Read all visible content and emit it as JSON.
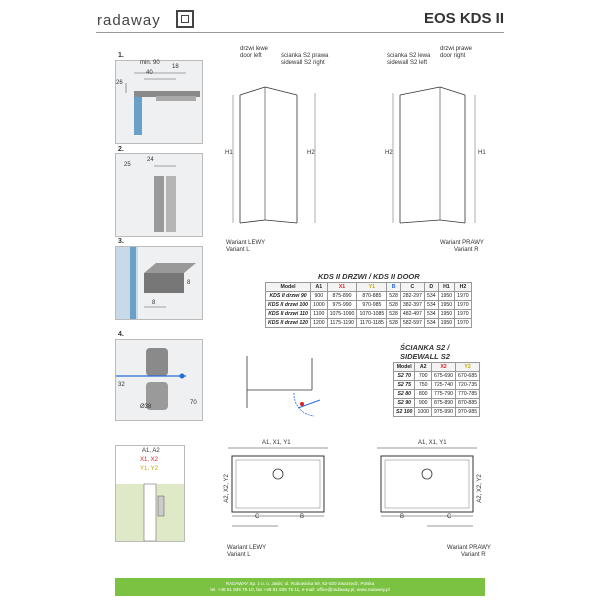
{
  "header": {
    "brand": "radaway",
    "title": "EOS KDS II"
  },
  "steps": {
    "s1": {
      "num": "1.",
      "min": "min. 90",
      "d40": "40",
      "d18": "18",
      "d26": "26"
    },
    "s2": {
      "num": "2.",
      "d25": "25",
      "d24": "24"
    },
    "s3": {
      "num": "3.",
      "d8h": "8",
      "d8v": "8"
    },
    "s4": {
      "num": "4.",
      "d32": "32",
      "d38": "Ø38",
      "d70": "70"
    }
  },
  "variant_left": {
    "door_pl": "drzwi lewe",
    "door_en": "door left",
    "side_pl": "ścianka S2 prawa",
    "side_en": "sidewall S2 right",
    "h1": "H1",
    "h2": "H2",
    "caption_pl": "Wariant LEWY",
    "caption_en": "Variant L"
  },
  "variant_right": {
    "side_pl": "ścianka S2 lewa",
    "side_en": "sidewall S2 left",
    "door_pl": "drzwi prawe",
    "door_en": "door right",
    "h1": "H1",
    "h2": "H2",
    "caption_pl": "Wariant PRAWY",
    "caption_en": "Variant R"
  },
  "door_table": {
    "title": "KDS II DRZWI / KDS II DOOR",
    "headers": [
      "Model",
      "A1",
      "X1",
      "Y1",
      "B",
      "C",
      "D",
      "H1",
      "H2"
    ],
    "rows": [
      [
        "KDS II drzwi 90",
        "900",
        "875-890",
        "870-885",
        "528",
        "282-297",
        "534",
        "1950",
        "1970"
      ],
      [
        "KDS II drzwi 100",
        "1000",
        "975-990",
        "970-985",
        "528",
        "382-397",
        "534",
        "1950",
        "1970"
      ],
      [
        "KDS II drzwi 110",
        "1100",
        "1075-1090",
        "1070-1085",
        "528",
        "482-497",
        "534",
        "1950",
        "1970"
      ],
      [
        "KDS II drzwi 120",
        "1200",
        "1175-1190",
        "1170-1185",
        "528",
        "582-597",
        "534",
        "1950",
        "1970"
      ]
    ]
  },
  "side_table": {
    "title1": "ŚCIANKA S2 /",
    "title2": "SIDEWALL S2",
    "headers": [
      "Model",
      "A2",
      "X2",
      "Y2"
    ],
    "rows": [
      [
        "S2 70",
        "700",
        "675-690",
        "670-685"
      ],
      [
        "S2 75",
        "750",
        "725-740",
        "720-735"
      ],
      [
        "S2 80",
        "800",
        "775-790",
        "770-785"
      ],
      [
        "S2 90",
        "900",
        "875-890",
        "870-885"
      ],
      [
        "S2 100",
        "1000",
        "975-990",
        "970-985"
      ]
    ]
  },
  "detail": {
    "a": "A1, A2",
    "x": "X1, X2",
    "y": "Y1, Y2"
  },
  "plan_left": {
    "top": "A1, X1, Y1",
    "side": "A2, X2, Y2",
    "c": "C",
    "b": "B",
    "caption_pl": "Wariant LEWY",
    "caption_en": "Variant L"
  },
  "plan_right": {
    "top": "A1, X1, Y1",
    "side": "A2, X2, Y2",
    "c": "C",
    "b": "B",
    "caption_pl": "Wariant PRAWY",
    "caption_en": "Variant R"
  },
  "footer": {
    "line1": "RADAWAY Sp. z o. o. Jasin; ul. Robowicka 59, 62-020 Swarzędz, Polska",
    "line2": "tel. +48 61 835 75 10, fax +48 61 835 75 11, e-mail: office@radaway.pl, www.radaway.pl"
  },
  "colors": {
    "accent_green": "#7cc242",
    "red": "#dd2222",
    "blue": "#2a6ad9",
    "yellow": "#c9a400"
  }
}
